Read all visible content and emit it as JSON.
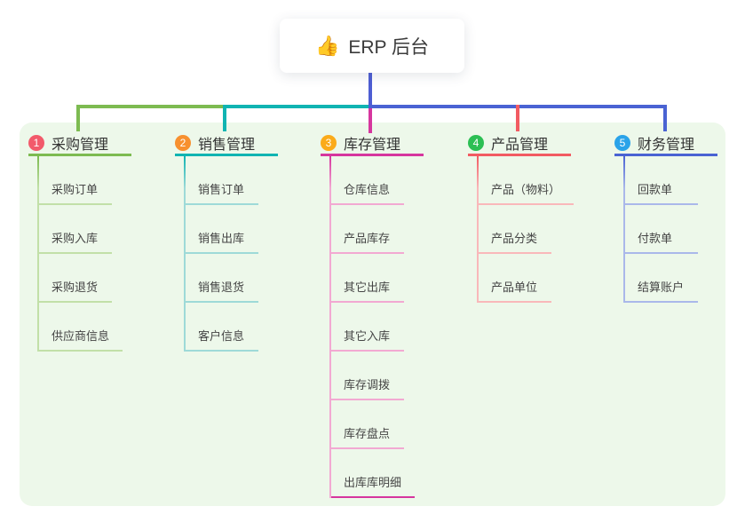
{
  "root": {
    "icon": "👍",
    "label": "ERP 后台"
  },
  "panel_color": "#edf8ea",
  "connector_color": "#4e5ed3",
  "branches": [
    {
      "num": "1",
      "label": "采购管理",
      "badge_color": "#f25a6b",
      "line_color": "#7dbb51",
      "line_light": "#c2e0a8",
      "children": [
        "采购订单",
        "采购入库",
        "采购退货",
        "供应商信息"
      ]
    },
    {
      "num": "2",
      "label": "销售管理",
      "badge_color": "#f7902f",
      "line_color": "#10b4b2",
      "line_light": "#9edad8",
      "children": [
        "销售订单",
        "销售出库",
        "销售退货",
        "客户信息"
      ]
    },
    {
      "num": "3",
      "label": "库存管理",
      "badge_color": "#fbab1a",
      "line_color": "#d6369e",
      "line_light": "#f2a9d2",
      "highlight_child_index": 6,
      "children": [
        "仓库信息",
        "产品库存",
        "其它出库",
        "其它入库",
        "库存调拨",
        "库存盘点",
        "出库库明细"
      ]
    },
    {
      "num": "4",
      "label": "产品管理",
      "badge_color": "#2cbf54",
      "line_color": "#f25b62",
      "line_light": "#f9b8ba",
      "children": [
        "产品（物料）",
        "产品分类",
        "产品单位"
      ]
    },
    {
      "num": "5",
      "label": "财务管理",
      "badge_color": "#2aa3e9",
      "line_color": "#4a63d3",
      "line_light": "#aab8ea",
      "children": [
        "回款单",
        "付款单",
        "结算账户"
      ]
    }
  ]
}
